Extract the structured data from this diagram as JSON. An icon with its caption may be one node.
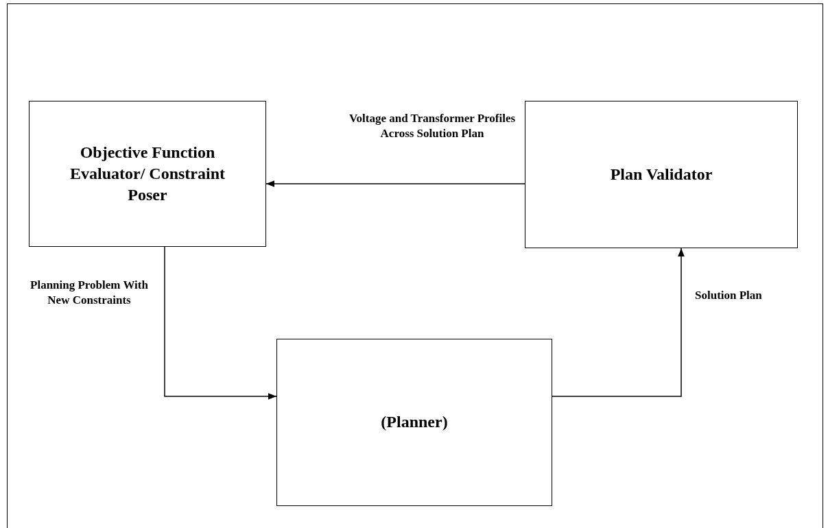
{
  "diagram": {
    "nodes": [
      {
        "text": [
          "Objective Function Evaluator/ Constraint Poser"
        ]
      },
      {
        "text": [
          "Plan Validator"
        ]
      },
      {
        "text": [
          "(Planner)"
        ]
      }
    ],
    "edges": [
      {
        "from": 1,
        "to": 0,
        "arrow": "to",
        "label": "Voltage and Transformer Profiles Across Solution Plan"
      },
      {
        "from": 0,
        "to": 2,
        "arrow": "to",
        "label": "Planning Problem With New Constraints"
      },
      {
        "from": 2,
        "to": 1,
        "arrow": "to",
        "label": "Solution Plan"
      }
    ]
  }
}
